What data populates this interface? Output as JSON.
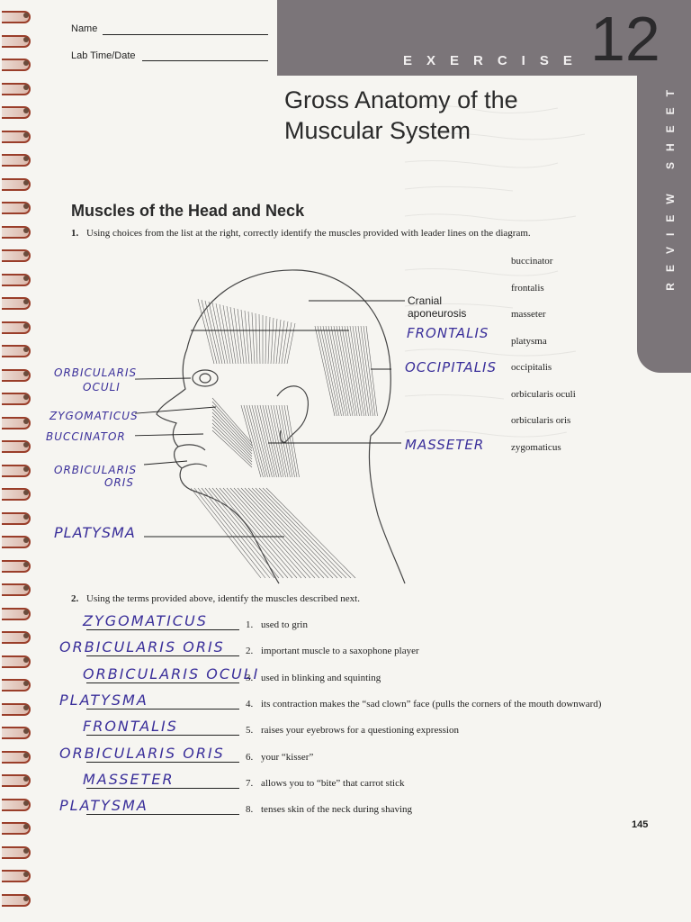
{
  "header": {
    "name_label": "Name",
    "lab_label": "Lab Time/Date",
    "exercise_word": "EXERCISE",
    "exercise_number": "12",
    "side_tab": "REVIEW SHEET"
  },
  "title": "Gross Anatomy of the Muscular System",
  "section": {
    "heading": "Muscles of the Head and Neck",
    "q1_number": "1.",
    "q1_text": "Using choices from the list at the right, correctly identify the muscles provided with leader lines on the diagram."
  },
  "choices": [
    "buccinator",
    "frontalis",
    "masseter",
    "platysma",
    "occipitalis",
    "orbicularis oculi",
    "orbicularis oris",
    "zygomaticus"
  ],
  "diagram": {
    "printed_label": "Cranial aponeurosis",
    "printed_label_line1": "Cranial",
    "printed_label_line2": "aponeurosis",
    "handwritten": {
      "frontalis": "FRONTALIS",
      "occipitalis": "OCCIPITALIS",
      "masseter": "MASSETER",
      "orbicularis_oculi_1": "ORBICULARIS",
      "orbicularis_oculi_2": "OCULI",
      "zygomaticus": "ZYGOMATICUS",
      "buccinator": "BUCCINATOR",
      "orbicularis_oris_1": "ORBICULARIS",
      "orbicularis_oris_2": "ORIS",
      "platysma": "PLATYSMA"
    }
  },
  "q2": {
    "number": "2.",
    "text": "Using the terms provided above, identify the muscles described next.",
    "items": [
      {
        "answer": "ZYGOMATICUS",
        "num": "1.",
        "desc": "used to grin"
      },
      {
        "answer": "ORBICULARIS ORIS",
        "num": "2.",
        "desc": "important muscle to a saxophone player"
      },
      {
        "answer": "ORBICULARIS OCULI",
        "num": "3.",
        "desc": "used in blinking and squinting"
      },
      {
        "answer": "PLATYSMA",
        "num": "4.",
        "desc": "its contraction makes the “sad clown” face (pulls the corners of the mouth downward)"
      },
      {
        "answer": "FRONTALIS",
        "num": "5.",
        "desc": "raises your eyebrows for a questioning expression"
      },
      {
        "answer": "ORBICULARIS ORIS",
        "num": "6.",
        "desc": "your “kisser”"
      },
      {
        "answer": "MASSETER",
        "num": "7.",
        "desc": "allows you to “bite” that carrot stick"
      },
      {
        "answer": "PLATYSMA",
        "num": "8.",
        "desc": "tenses skin of the neck during shaving"
      }
    ]
  },
  "page_number": "145",
  "colors": {
    "banner": "#7b7579",
    "ink": "#3a2f9a",
    "spiral": "#9a3e2a"
  }
}
